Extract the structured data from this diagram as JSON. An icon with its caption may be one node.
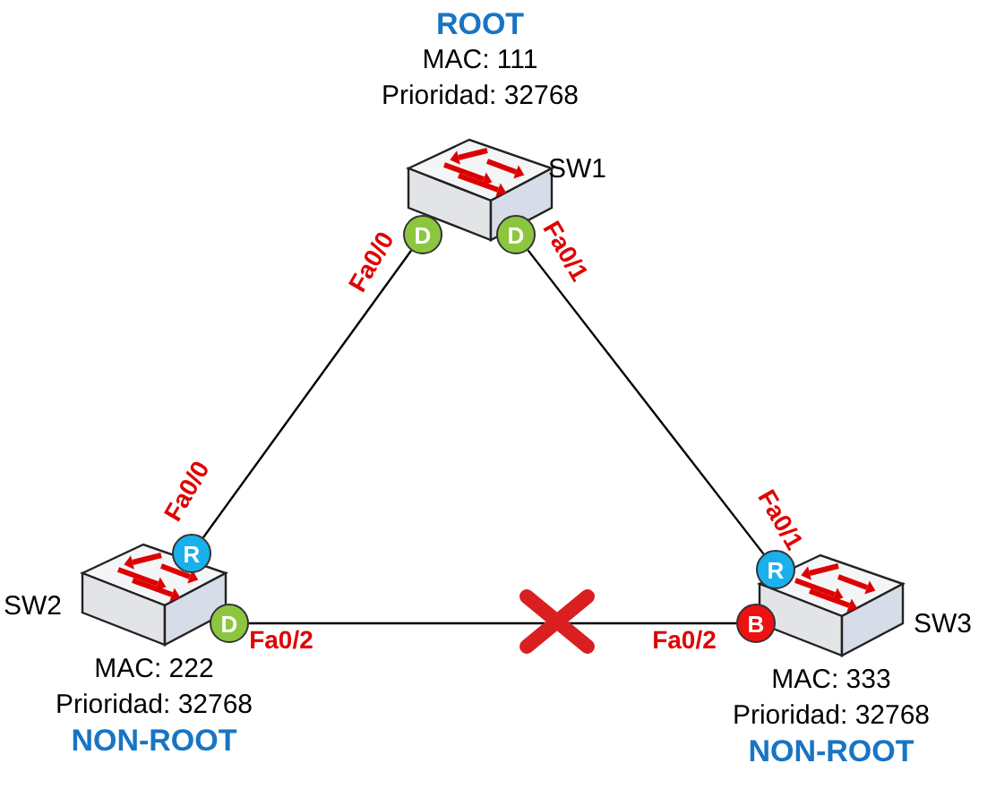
{
  "diagram": {
    "nodes": [
      {
        "text": [
          "ROOT",
          "MAC: 111",
          "Prioridad: 32768"
        ],
        "beside": [
          "SW1"
        ]
      },
      {
        "text": [
          "D"
        ],
        "beside": [
          "Fa0/0"
        ]
      },
      {
        "text": [
          "D"
        ],
        "beside": [
          "Fa0/1"
        ]
      },
      {
        "text": [
          "MAC: 222",
          "Prioridad: 32768",
          "NON-ROOT"
        ],
        "beside": [
          "SW2"
        ]
      },
      {
        "text": [
          "R"
        ],
        "beside": [
          "Fa0/0"
        ]
      },
      {
        "text": [
          "D"
        ],
        "beside": [
          "Fa0/2"
        ]
      },
      {
        "text": [
          "MAC: 333",
          "Prioridad: 32768",
          "NON-ROOT"
        ],
        "beside": [
          "SW3"
        ]
      },
      {
        "text": [
          "R"
        ],
        "beside": [
          "Fa0/1"
        ]
      },
      {
        "text": [
          "B"
        ],
        "beside": [
          "Fa0/2"
        ]
      }
    ],
    "edges": [
      {
        "from": 1,
        "to": 4,
        "arrow": "none"
      },
      {
        "from": 2,
        "to": 7,
        "arrow": "none"
      },
      {
        "from": 5,
        "to": 8,
        "arrow": "none"
      }
    ]
  }
}
